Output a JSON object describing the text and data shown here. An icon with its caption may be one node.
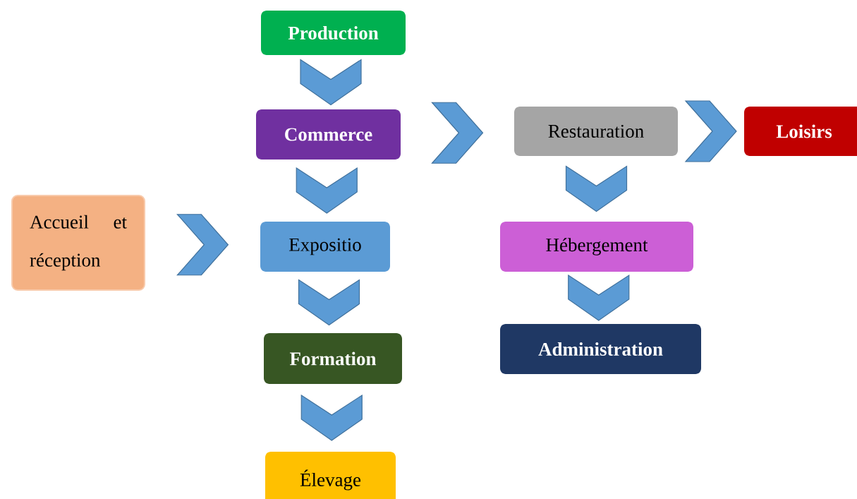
{
  "diagram": {
    "nodes": [
      {
        "text": [
          "Production"
        ]
      },
      {
        "text": [
          "Commerce"
        ]
      },
      {
        "text": [
          "Restauration"
        ]
      },
      {
        "text": [
          "Loisirs"
        ]
      },
      {
        "text": [
          "Accueil et réception"
        ]
      },
      {
        "text": [
          "Expositio"
        ]
      },
      {
        "text": [
          "Hébergement"
        ]
      },
      {
        "text": [
          "Formation"
        ]
      },
      {
        "text": [
          "Administration"
        ]
      },
      {
        "text": [
          "Élevage"
        ]
      }
    ],
    "edges": [
      {
        "from": 0,
        "to": 1,
        "arrow": "to"
      },
      {
        "from": 1,
        "to": 5,
        "arrow": "to"
      },
      {
        "from": 5,
        "to": 7,
        "arrow": "to"
      },
      {
        "from": 7,
        "to": 9,
        "arrow": "to"
      },
      {
        "from": 1,
        "to": 2,
        "arrow": "to"
      },
      {
        "from": 2,
        "to": 3,
        "arrow": "to"
      },
      {
        "from": 2,
        "to": 6,
        "arrow": "to"
      },
      {
        "from": 6,
        "to": 8,
        "arrow": "to"
      },
      {
        "from": 4,
        "to": 5,
        "arrow": "to"
      }
    ]
  }
}
